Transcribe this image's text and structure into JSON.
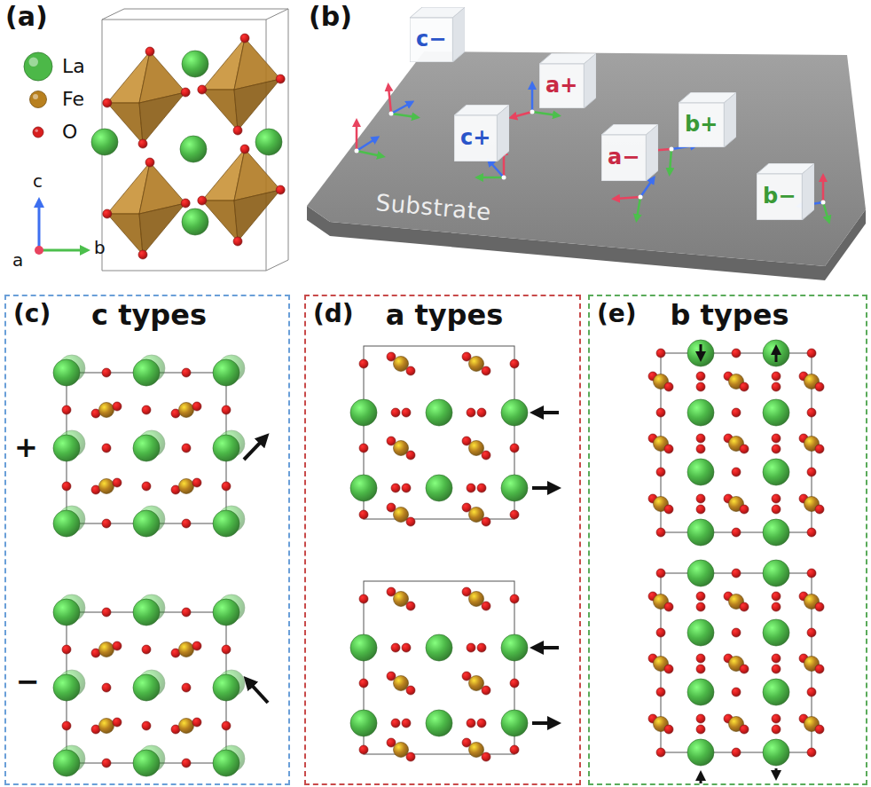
{
  "diagram": {
    "nodes": [
      {
        "text": [
          "Substrate"
        ]
      },
      {
        "text": [
          "c−"
        ],
        "in": 0
      },
      {
        "text": [
          "c+"
        ],
        "in": 0
      },
      {
        "text": [
          "a+"
        ],
        "in": 0
      },
      {
        "text": [
          "a−"
        ],
        "in": 0
      },
      {
        "text": [
          "b+"
        ],
        "in": 0
      },
      {
        "text": [
          "b−"
        ],
        "in": 0
      },
      {
        "text": [
          "(c)",
          "c types"
        ]
      },
      {
        "text": [
          "(d)",
          "a types"
        ]
      },
      {
        "text": [
          "(e)",
          "b types"
        ]
      }
    ],
    "labels": [
      "(a)",
      "(b)",
      "c",
      "a",
      "b",
      "+",
      "−"
    ],
    "legend": [
      {
        "text": "La",
        "color": "#4cb848"
      },
      {
        "text": "Fe",
        "color": "#b8801f"
      },
      {
        "text": "O",
        "color": "#d81e1e"
      }
    ]
  }
}
